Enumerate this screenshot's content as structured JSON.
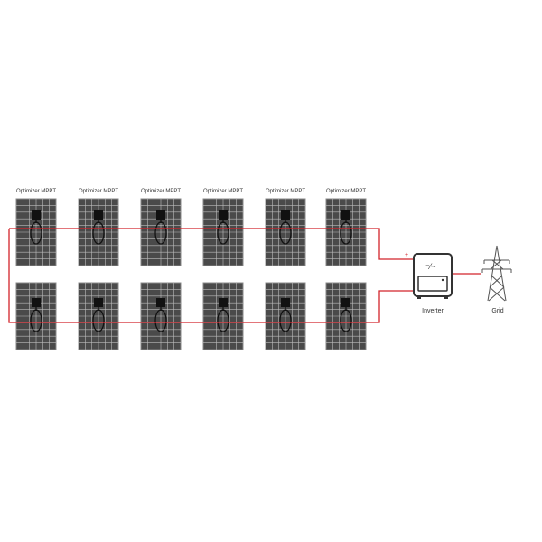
{
  "panels": {
    "label": "Optimizer MPPT",
    "top_row_count": 6,
    "bottom_row_count": 6
  },
  "inverter": {
    "label": "Inverter",
    "symbol": "⁻⁄~",
    "positive": "+",
    "negative": "−"
  },
  "grid": {
    "label": "Grid"
  },
  "colors": {
    "wire": "#d2232a",
    "panel": "#4a4a4a",
    "frame": "#333333"
  }
}
